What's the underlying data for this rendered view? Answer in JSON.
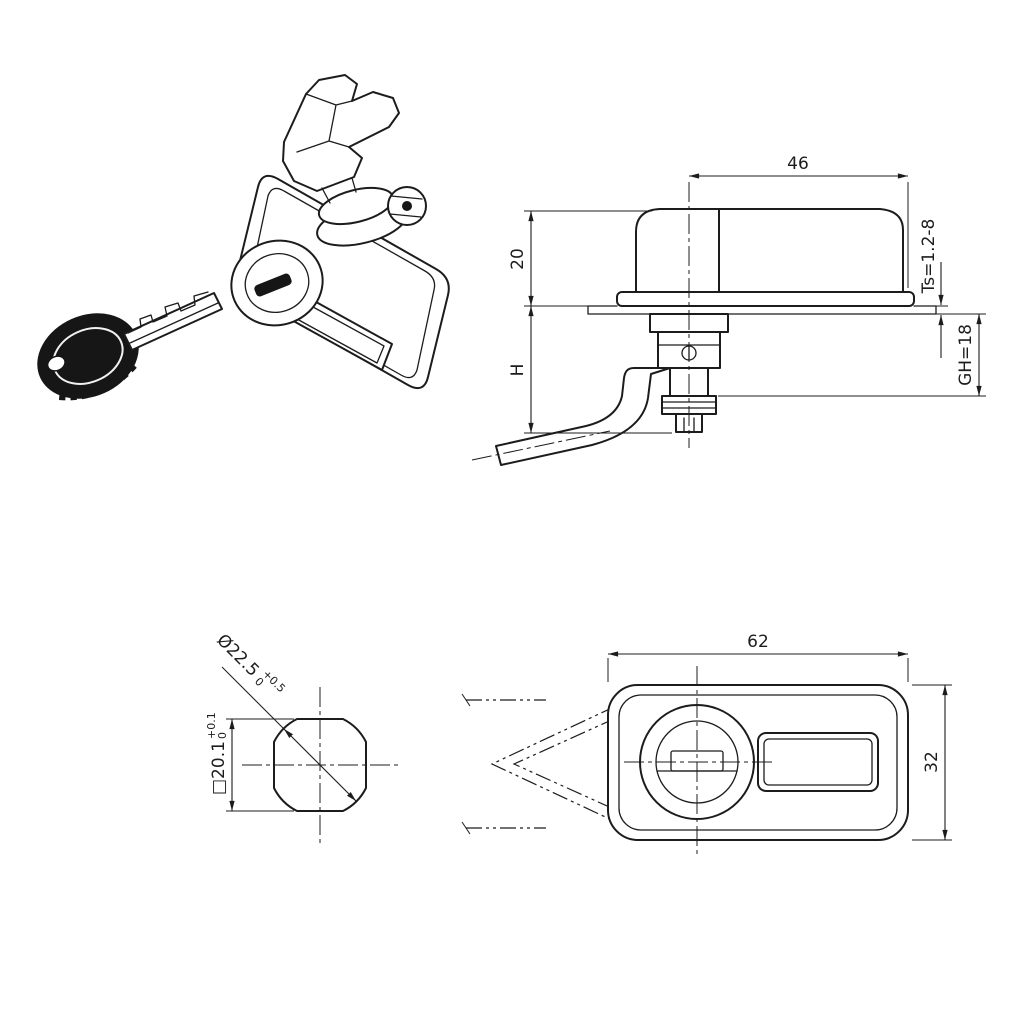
{
  "drawing": {
    "background": "#ffffff",
    "line_color": "#1c1c1c",
    "side_view": {
      "dim_width": "46",
      "dim_head_height": "20",
      "dim_body_height": "H",
      "dim_panel_thickness": "Ts=1.2-8",
      "dim_grip_height": "GH=18"
    },
    "cutout_view": {
      "dim_diameter": "Ø22.5",
      "dim_diameter_tol_upper": "+0.5",
      "dim_diameter_tol_lower": "0",
      "dim_square": "□20.1",
      "dim_square_tol_upper": "+0.1",
      "dim_square_tol_lower": "0"
    },
    "front_view": {
      "dim_width": "62",
      "dim_height": "32"
    }
  }
}
